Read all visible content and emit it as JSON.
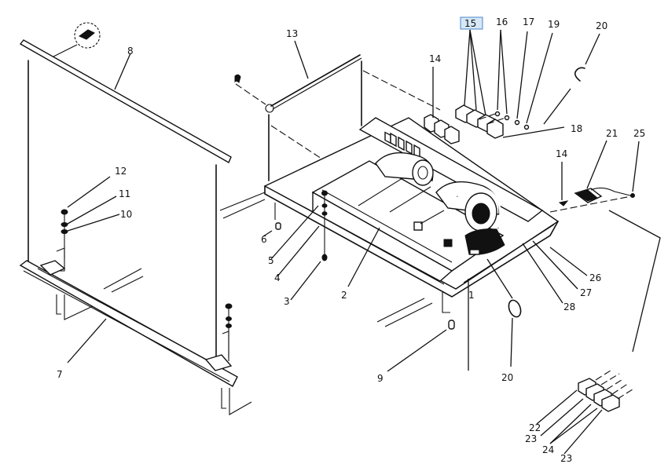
{
  "diagram": {
    "type": "exploded-parts-view",
    "highlighted_callout": "15",
    "callouts": [
      {
        "id": "c1",
        "label": "1"
      },
      {
        "id": "c2",
        "label": "2"
      },
      {
        "id": "c3",
        "label": "3"
      },
      {
        "id": "c4",
        "label": "4"
      },
      {
        "id": "c5",
        "label": "5"
      },
      {
        "id": "c6",
        "label": "6"
      },
      {
        "id": "c7",
        "label": "7"
      },
      {
        "id": "c8",
        "label": "8"
      },
      {
        "id": "c9",
        "label": "9"
      },
      {
        "id": "c10",
        "label": "10"
      },
      {
        "id": "c11",
        "label": "11"
      },
      {
        "id": "c12",
        "label": "12"
      },
      {
        "id": "c13",
        "label": "13"
      },
      {
        "id": "c14a",
        "label": "14"
      },
      {
        "id": "c14b",
        "label": "14"
      },
      {
        "id": "c15",
        "label": "15"
      },
      {
        "id": "c16",
        "label": "16"
      },
      {
        "id": "c17",
        "label": "17"
      },
      {
        "id": "c18",
        "label": "18"
      },
      {
        "id": "c19",
        "label": "19"
      },
      {
        "id": "c20a",
        "label": "20"
      },
      {
        "id": "c20b",
        "label": "20"
      },
      {
        "id": "c21",
        "label": "21"
      },
      {
        "id": "c22",
        "label": "22"
      },
      {
        "id": "c23a",
        "label": "23"
      },
      {
        "id": "c23b",
        "label": "23"
      },
      {
        "id": "c24",
        "label": "24"
      },
      {
        "id": "c25",
        "label": "25"
      },
      {
        "id": "c26",
        "label": "26"
      },
      {
        "id": "c27",
        "label": "27"
      },
      {
        "id": "c28",
        "label": "28"
      }
    ]
  }
}
